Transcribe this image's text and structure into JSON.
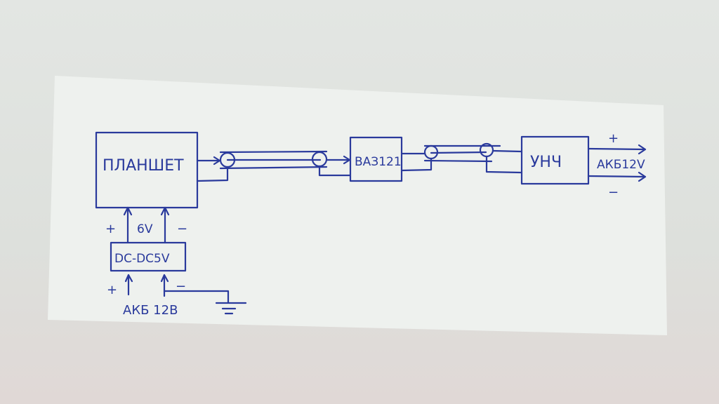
{
  "blocks": {
    "tablet": "ПЛАНШЕТ",
    "radio": "ВАЗ121",
    "amplifier": "УНЧ",
    "converter": "DC-DC5V"
  },
  "labels": {
    "amp_power": "АКБ12V",
    "amp_plus": "+",
    "amp_minus": "−",
    "tablet_voltage": "6V",
    "tablet_plus": "+",
    "tablet_minus": "−",
    "battery": "АКБ 12В",
    "battery_plus": "+",
    "battery_minus": "−"
  },
  "colors": {
    "ink": "#2a3a9c",
    "paper": "#eef1ee"
  }
}
